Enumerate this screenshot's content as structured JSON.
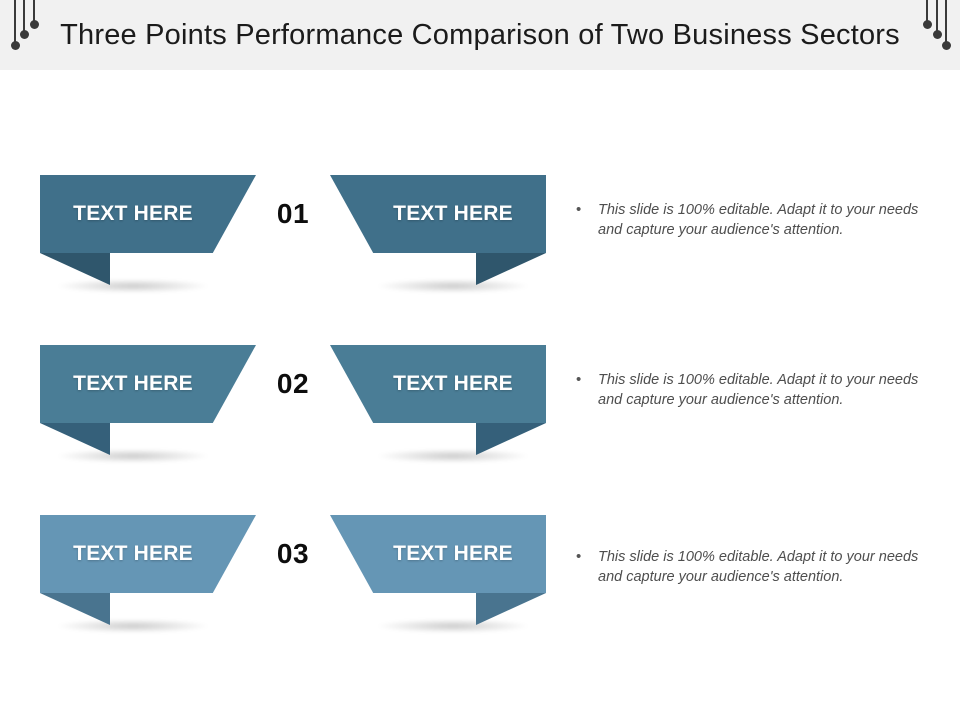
{
  "header": {
    "title": "Three Points  Performance Comparison of Two Business Sectors",
    "background_color": "#f1f1f1",
    "decoration_icon": "pin-lines-icon"
  },
  "slide": {
    "background_color": "#ffffff",
    "bullet_glyph": "•"
  },
  "rows": [
    {
      "number": "01",
      "left_label": "TEXT HERE",
      "right_label": "TEXT HERE",
      "description": "This slide is 100% editable. Adapt it to your needs and capture your audience's attention.",
      "body_color": "#40708a",
      "fold_color": "#2f566c"
    },
    {
      "number": "02",
      "left_label": "TEXT HERE",
      "right_label": "TEXT HERE",
      "description": "This slide is 100% editable. Adapt it to your needs and capture your audience's attention.",
      "body_color": "#4a7d96",
      "fold_color": "#35607a"
    },
    {
      "number": "03",
      "left_label": "TEXT HERE",
      "right_label": "TEXT HERE",
      "description": "This slide is 100% editable. Adapt it to your needs and capture your audience's attention.",
      "body_color": "#6596b5",
      "fold_color": "#49748f"
    }
  ]
}
